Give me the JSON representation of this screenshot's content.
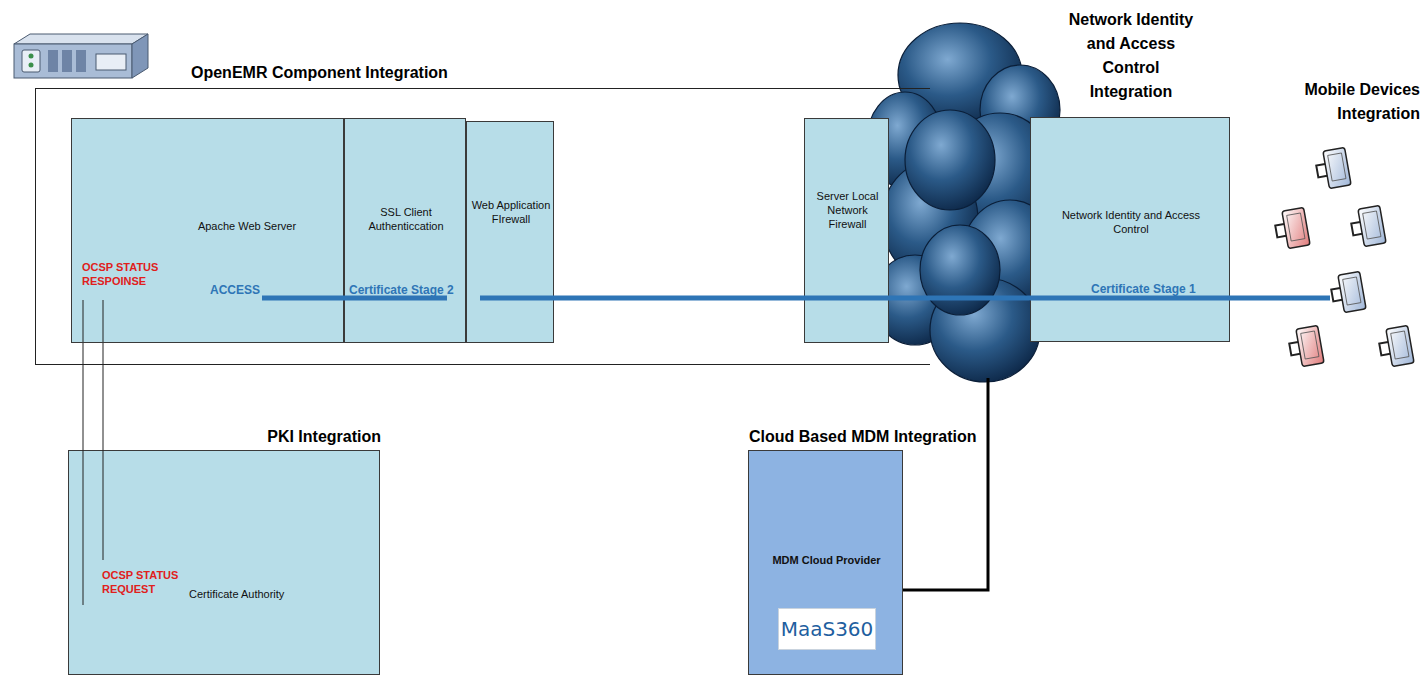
{
  "diagram": {
    "nodes": [
      {
        "text": [
          "OpenEMR Component Integration"
        ]
      },
      {
        "text": [
          "Apache Web Server",
          "OCSP STATUS RESPOINSE",
          "ACCESS"
        ],
        "in": 0
      },
      {
        "text": [
          "SSL Client Authenticcation",
          "Certificate Stage 2"
        ],
        "in": 0
      },
      {
        "text": [
          "Web Application FIrewall"
        ],
        "in": 0
      },
      {
        "text": [
          "Server Local Network Firewall"
        ],
        "in": 0
      },
      {
        "text": [
          "Network Identity and Access Control Integration",
          "Network Identity and Access Control",
          "Certificate Stage 1"
        ]
      },
      {
        "text": [
          "PKI Integration",
          "OCSP STATUS REQUEST",
          "Certificate Authority"
        ]
      },
      {
        "text": [
          "Cloud Based MDM Integration",
          "MDM Cloud Provider"
        ]
      }
    ],
    "edges": [
      {
        "from": 1,
        "to": 6,
        "arrow": "none"
      },
      {
        "from": 1,
        "to": 6,
        "arrow": "none"
      }
    ],
    "labels": [
      "Mobile Devices Integration",
      "MaaS360"
    ]
  }
}
